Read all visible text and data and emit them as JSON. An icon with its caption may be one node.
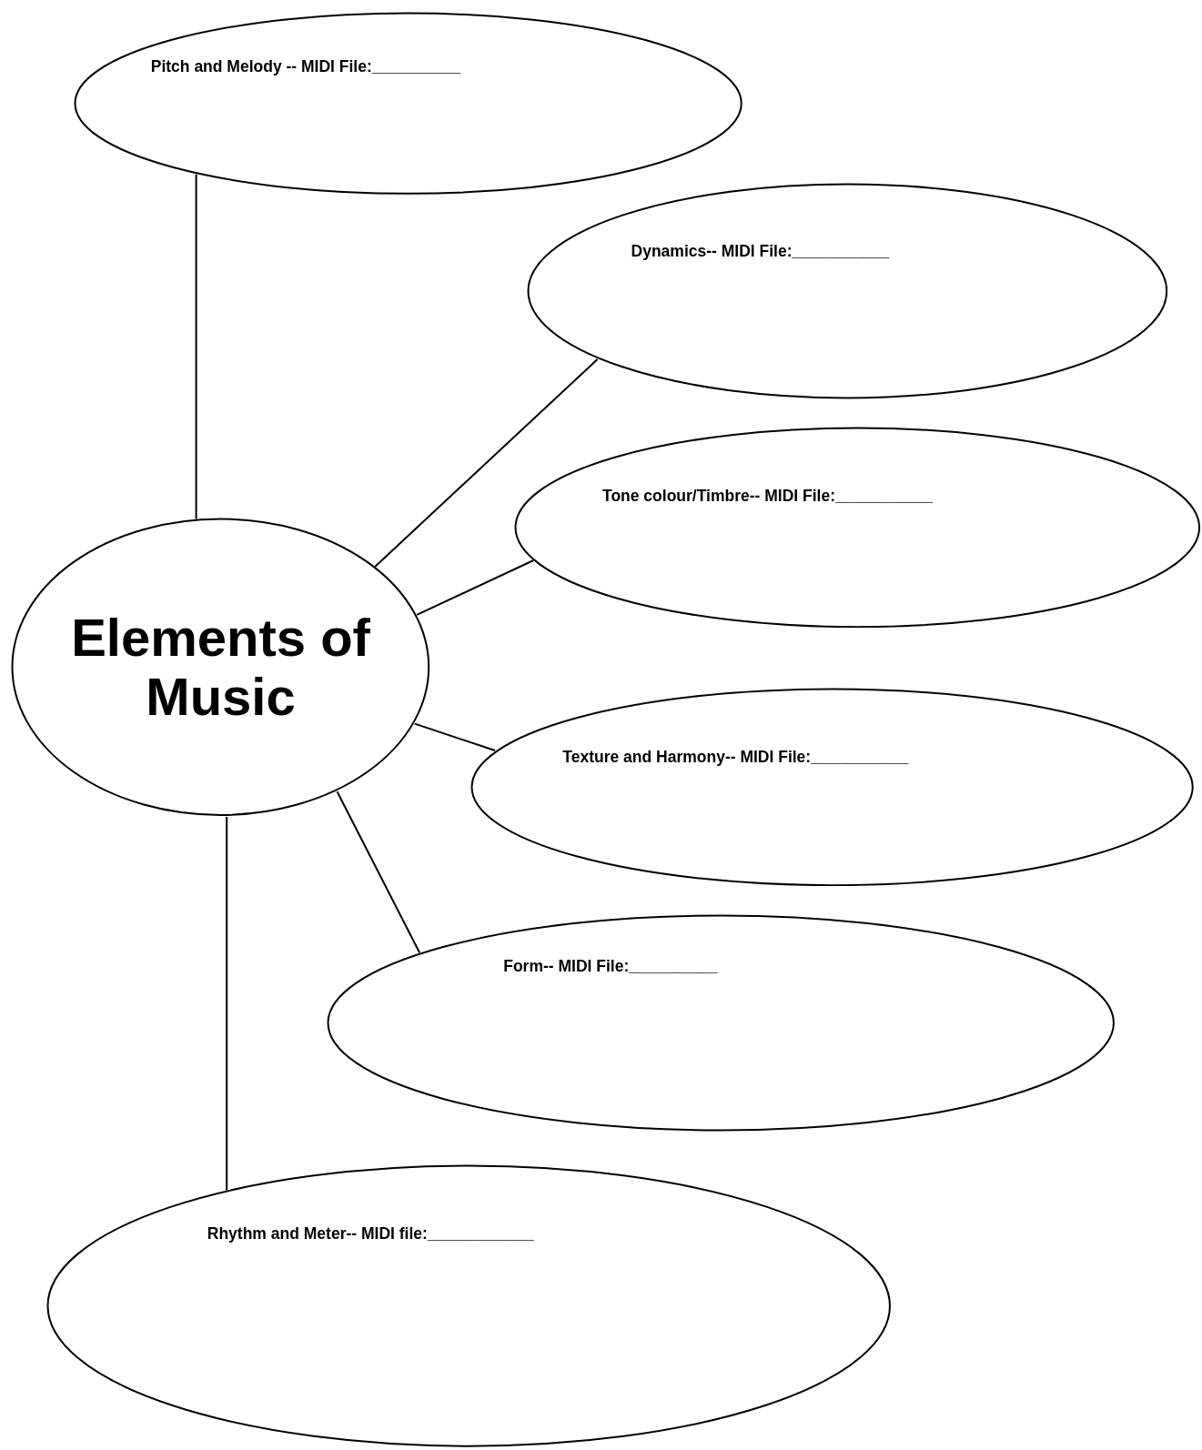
{
  "diagram": {
    "nodes": [
      {
        "text": [
          "Elements of Music"
        ]
      },
      {
        "text": [
          "Pitch and Melody -- MIDI File:__________"
        ]
      },
      {
        "text": [
          "Dynamics-- MIDI File:___________"
        ]
      },
      {
        "text": [
          "Tone colour/Timbre-- MIDI File:___________"
        ]
      },
      {
        "text": [
          "Texture and Harmony-- MIDI File:___________"
        ]
      },
      {
        "text": [
          "Form-- MIDI File:__________"
        ]
      },
      {
        "text": [
          "Rhythm and Meter-- MIDI file:____________"
        ]
      }
    ],
    "edges": [
      {
        "from": 0,
        "to": 1,
        "arrow": "none"
      },
      {
        "from": 0,
        "to": 2,
        "arrow": "none"
      },
      {
        "from": 0,
        "to": 3,
        "arrow": "none"
      },
      {
        "from": 0,
        "to": 4,
        "arrow": "none"
      },
      {
        "from": 0,
        "to": 5,
        "arrow": "none"
      },
      {
        "from": 0,
        "to": 6,
        "arrow": "none"
      }
    ]
  }
}
